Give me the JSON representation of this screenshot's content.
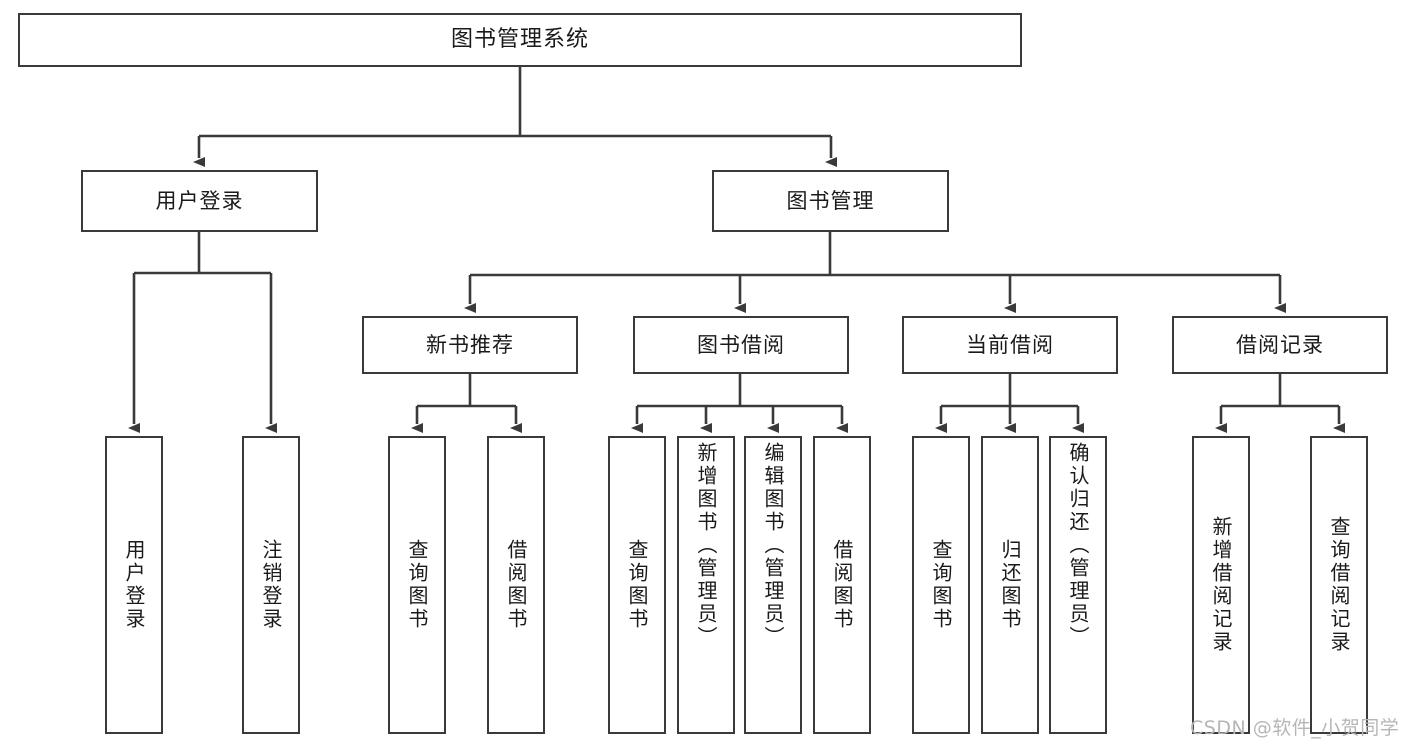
{
  "diagram": {
    "title": "图书管理系统",
    "type": "tree",
    "root": {
      "label": "图书管理系统"
    },
    "level2": [
      {
        "label": "用户登录"
      },
      {
        "label": "图书管理"
      }
    ],
    "level3": [
      {
        "label": "新书推荐"
      },
      {
        "label": "图书借阅"
      },
      {
        "label": "当前借阅"
      },
      {
        "label": "借阅记录"
      }
    ],
    "leaves": {
      "user_login": [
        {
          "label": "用户登录"
        },
        {
          "label": "注销登录"
        }
      ],
      "new_book_recommend": [
        {
          "label": "查询图书"
        },
        {
          "label": "借阅图书"
        }
      ],
      "book_borrow": [
        {
          "label": "查询图书"
        },
        {
          "label": "新增图书（管理员）"
        },
        {
          "label": "编辑图书（管理员）"
        },
        {
          "label": "借阅图书"
        }
      ],
      "current_borrow": [
        {
          "label": "查询图书"
        },
        {
          "label": "归还图书"
        },
        {
          "label": "确认归还（管理员）"
        }
      ],
      "borrow_record": [
        {
          "label": "新增借阅记录"
        },
        {
          "label": "查询借阅记录"
        }
      ]
    }
  },
  "watermark": {
    "text": "CSDN @软件_小贺同学"
  },
  "colors": {
    "background": "#ffffff",
    "stroke": "#3a3a3a",
    "text": "#1a1a1a",
    "watermark": "#b6b6b6"
  }
}
